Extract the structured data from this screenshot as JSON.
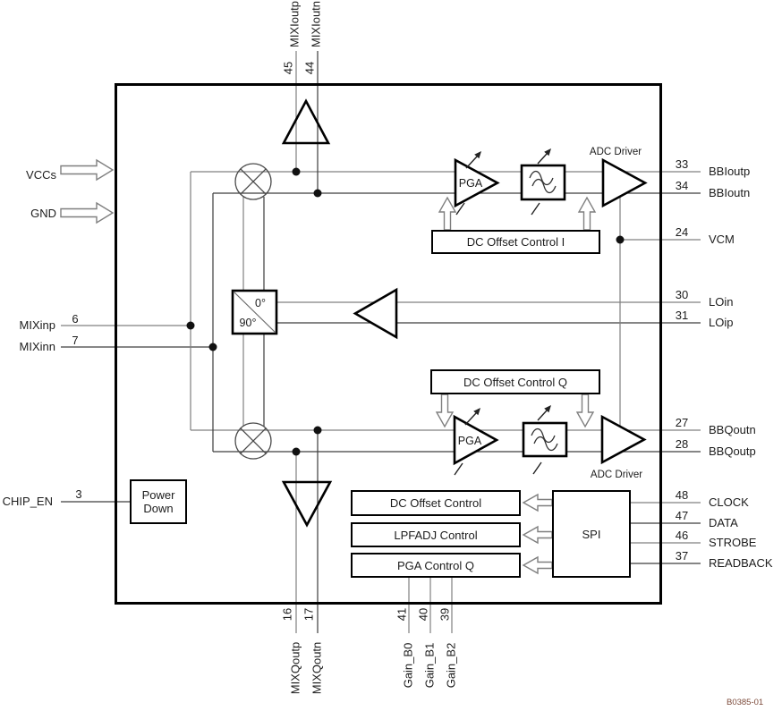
{
  "figure_code": "B0385-01",
  "pins": {
    "left": [
      {
        "label": "VCCs"
      },
      {
        "label": "GND"
      },
      {
        "num": "6",
        "label": "MIXinp"
      },
      {
        "num": "7",
        "label": "MIXinn"
      },
      {
        "num": "3",
        "label": "CHIP_EN"
      }
    ],
    "top": [
      {
        "num": "45",
        "label": "MIXIoutp"
      },
      {
        "num": "44",
        "label": "MIXIoutn"
      }
    ],
    "right": [
      {
        "num": "33",
        "label": "BBIoutp"
      },
      {
        "num": "34",
        "label": "BBIoutn"
      },
      {
        "num": "24",
        "label": "VCM"
      },
      {
        "num": "30",
        "label": "LOin"
      },
      {
        "num": "31",
        "label": "LOip"
      },
      {
        "num": "27",
        "label": "BBQoutn"
      },
      {
        "num": "28",
        "label": "BBQoutp"
      },
      {
        "num": "48",
        "label": "CLOCK"
      },
      {
        "num": "47",
        "label": "DATA"
      },
      {
        "num": "46",
        "label": "STROBE"
      },
      {
        "num": "37",
        "label": "READBACK"
      }
    ],
    "bottom": [
      {
        "num": "16",
        "label": "MIXQoutp"
      },
      {
        "num": "17",
        "label": "MIXQoutn"
      },
      {
        "num": "41",
        "label": "Gain_B0"
      },
      {
        "num": "40",
        "label": "Gain_B1"
      },
      {
        "num": "39",
        "label": "Gain_B2"
      }
    ]
  },
  "blocks": {
    "pga_i": {
      "label": "PGA"
    },
    "pga_q": {
      "label": "PGA"
    },
    "adc_driver_i": {
      "label": "ADC Driver"
    },
    "adc_driver_q": {
      "label": "ADC Driver"
    },
    "dc_offset_i": {
      "label": "DC Offset Control I"
    },
    "dc_offset_q": {
      "label": "DC Offset Control Q"
    },
    "dc_offset_ctrl": {
      "label": "DC Offset Control"
    },
    "lpfadj_ctrl": {
      "label": "LPFADJ Control"
    },
    "pga_ctrl_q": {
      "label": "PGA Control Q"
    },
    "spi": {
      "label": "SPI"
    },
    "power_down": {
      "label": "Power Down"
    },
    "phase_splitter": {
      "label_0": "0°",
      "label_90": "90°"
    }
  },
  "colors": {
    "line_gray": "#808080",
    "line_dark": "#3d3d3d",
    "figure_code": "#7c4a3a"
  }
}
